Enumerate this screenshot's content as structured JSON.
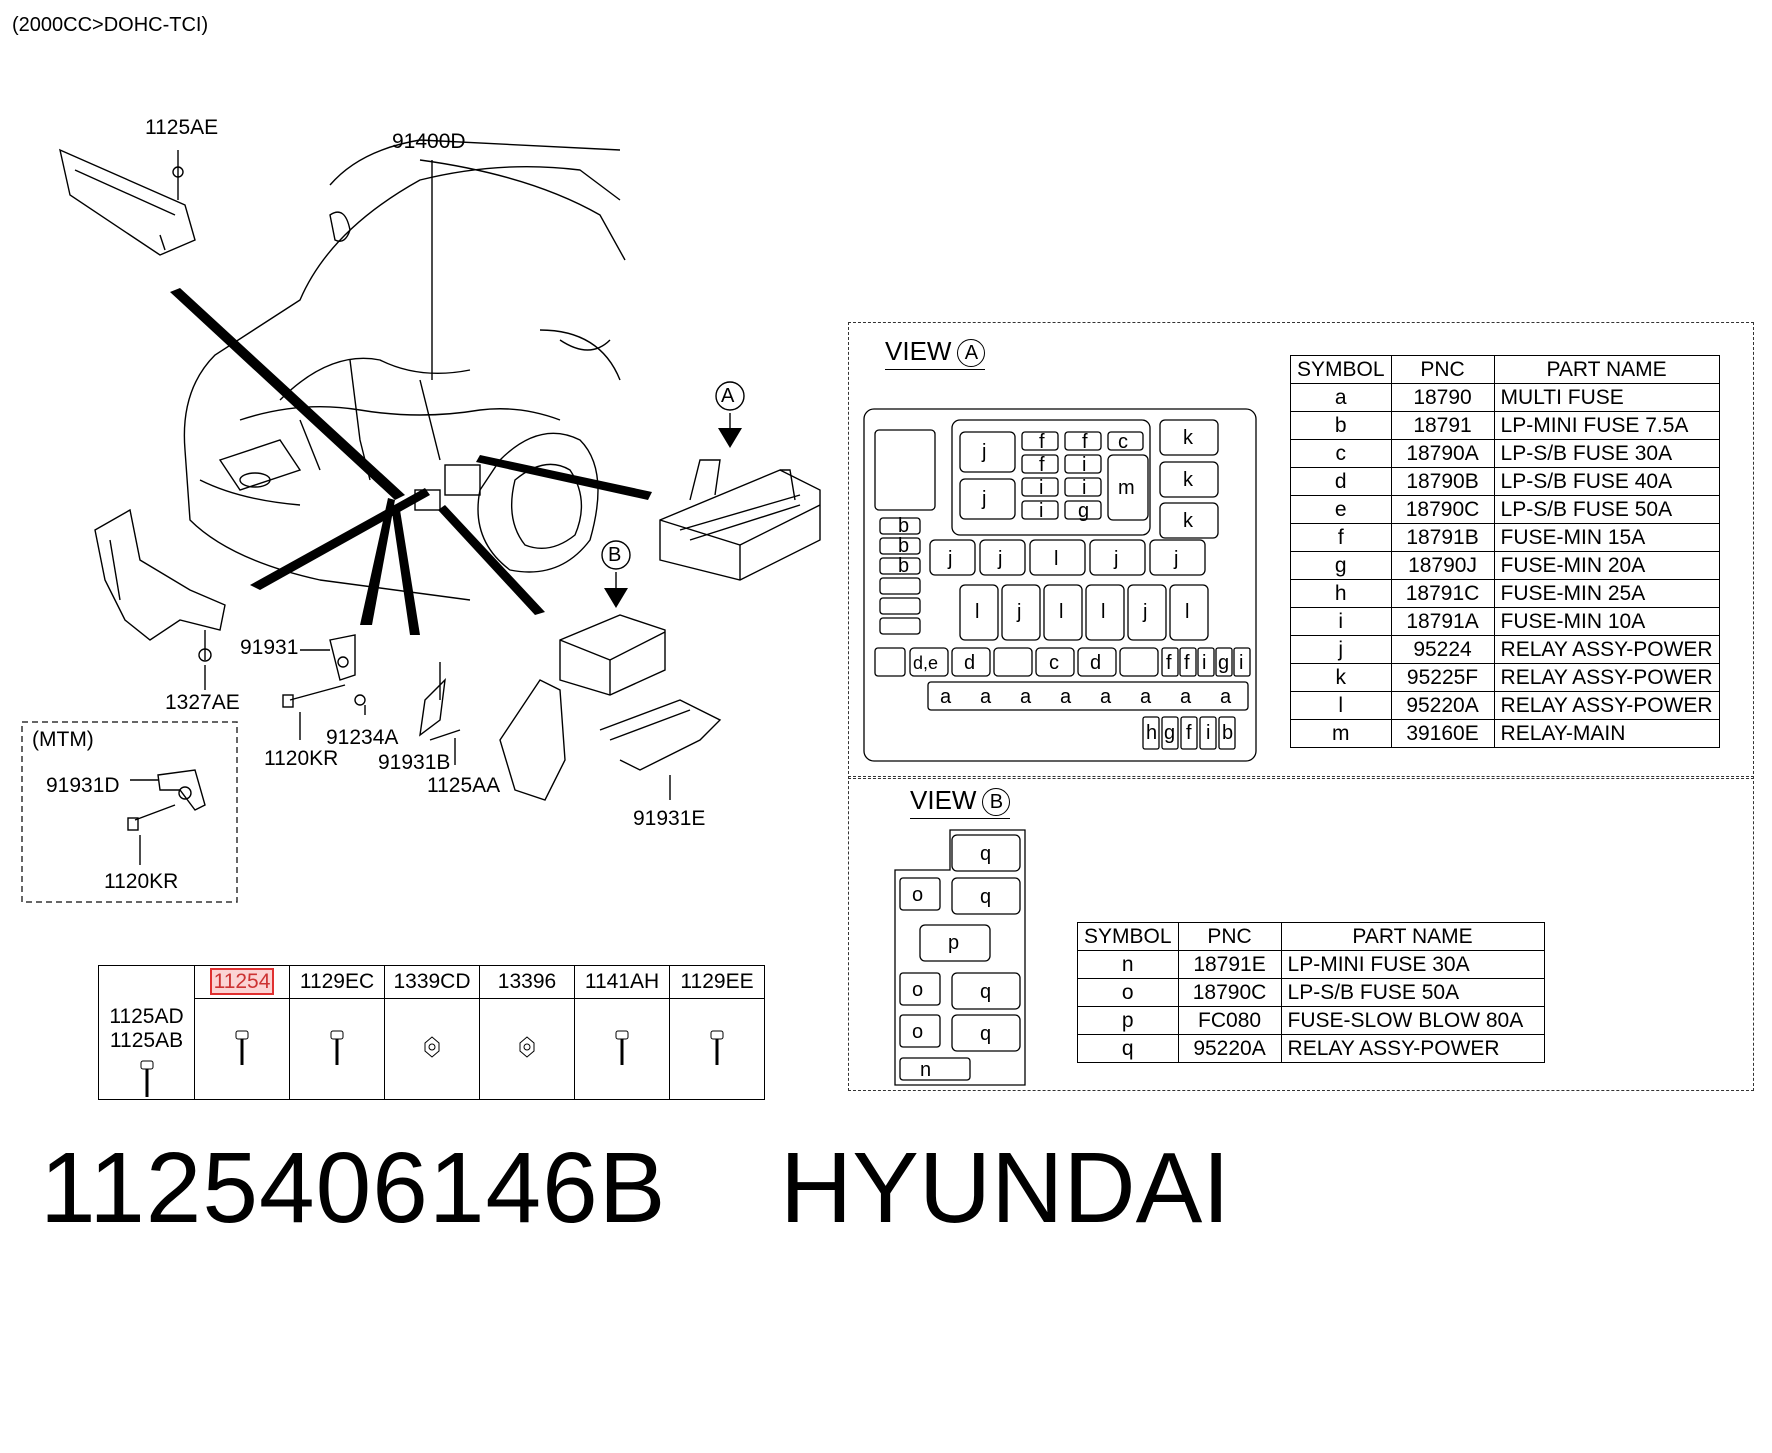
{
  "header": "(2000CC>DOHC-TCI)",
  "labels": {
    "top_bracket": "1125AE",
    "harness": "91400D",
    "view_a_marker": "A",
    "view_b_marker": "B",
    "bracket_91931": "91931",
    "nut_1327AE": "1327AE",
    "bolt_1120KR": "1120KR",
    "clip_91234A": "91234A",
    "bracket_91931B": "91931B",
    "bolt_1125AA": "1125AA",
    "bracket_91931E": "91931E",
    "mtm_title": "(MTM)",
    "mtm_bracket": "91931D",
    "mtm_bolt": "1120KR"
  },
  "view_a": {
    "title": "VIEW",
    "marker": "A",
    "columns": [
      "SYMBOL",
      "PNC",
      "PART NAME"
    ],
    "rows": [
      {
        "symbol": "a",
        "pnc": "18790",
        "name": "MULTI FUSE"
      },
      {
        "symbol": "b",
        "pnc": "18791",
        "name": "LP-MINI FUSE 7.5A"
      },
      {
        "symbol": "c",
        "pnc": "18790A",
        "name": "LP-S/B FUSE 30A"
      },
      {
        "symbol": "d",
        "pnc": "18790B",
        "name": "LP-S/B FUSE 40A"
      },
      {
        "symbol": "e",
        "pnc": "18790C",
        "name": "LP-S/B FUSE 50A"
      },
      {
        "symbol": "f",
        "pnc": "18791B",
        "name": "FUSE-MIN 15A"
      },
      {
        "symbol": "g",
        "pnc": "18790J",
        "name": "FUSE-MIN 20A"
      },
      {
        "symbol": "h",
        "pnc": "18791C",
        "name": "FUSE-MIN 25A"
      },
      {
        "symbol": "i",
        "pnc": "18791A",
        "name": "FUSE-MIN 10A"
      },
      {
        "symbol": "j",
        "pnc": "95224",
        "name": "RELAY ASSY-POWER"
      },
      {
        "symbol": "k",
        "pnc": "95225F",
        "name": "RELAY ASSY-POWER"
      },
      {
        "symbol": "l",
        "pnc": "95220A",
        "name": "RELAY ASSY-POWER"
      },
      {
        "symbol": "m",
        "pnc": "39160E",
        "name": "RELAY-MAIN"
      }
    ]
  },
  "view_b": {
    "title": "VIEW",
    "marker": "B",
    "columns": [
      "SYMBOL",
      "PNC",
      "PART NAME"
    ],
    "rows": [
      {
        "symbol": "n",
        "pnc": "18791E",
        "name": "LP-MINI FUSE 30A"
      },
      {
        "symbol": "o",
        "pnc": "18790C",
        "name": "LP-S/B FUSE 50A"
      },
      {
        "symbol": "p",
        "pnc": "FC080",
        "name": "FUSE-SLOW BLOW 80A"
      },
      {
        "symbol": "q",
        "pnc": "95220A",
        "name": "RELAY ASSY-POWER"
      }
    ]
  },
  "fasteners": {
    "first_cell_lines": [
      "1125AD",
      "1125AB"
    ],
    "headers": [
      "11254",
      "1129EC",
      "1339CD",
      "13396",
      "1141AH",
      "1129EE"
    ],
    "highlighted": "11254"
  },
  "footer": {
    "part_number": "1125406146B",
    "brand": "HYUNDAI"
  },
  "colors": {
    "highlight_border": "#e03030",
    "highlight_fill": "#fbd4d4"
  }
}
